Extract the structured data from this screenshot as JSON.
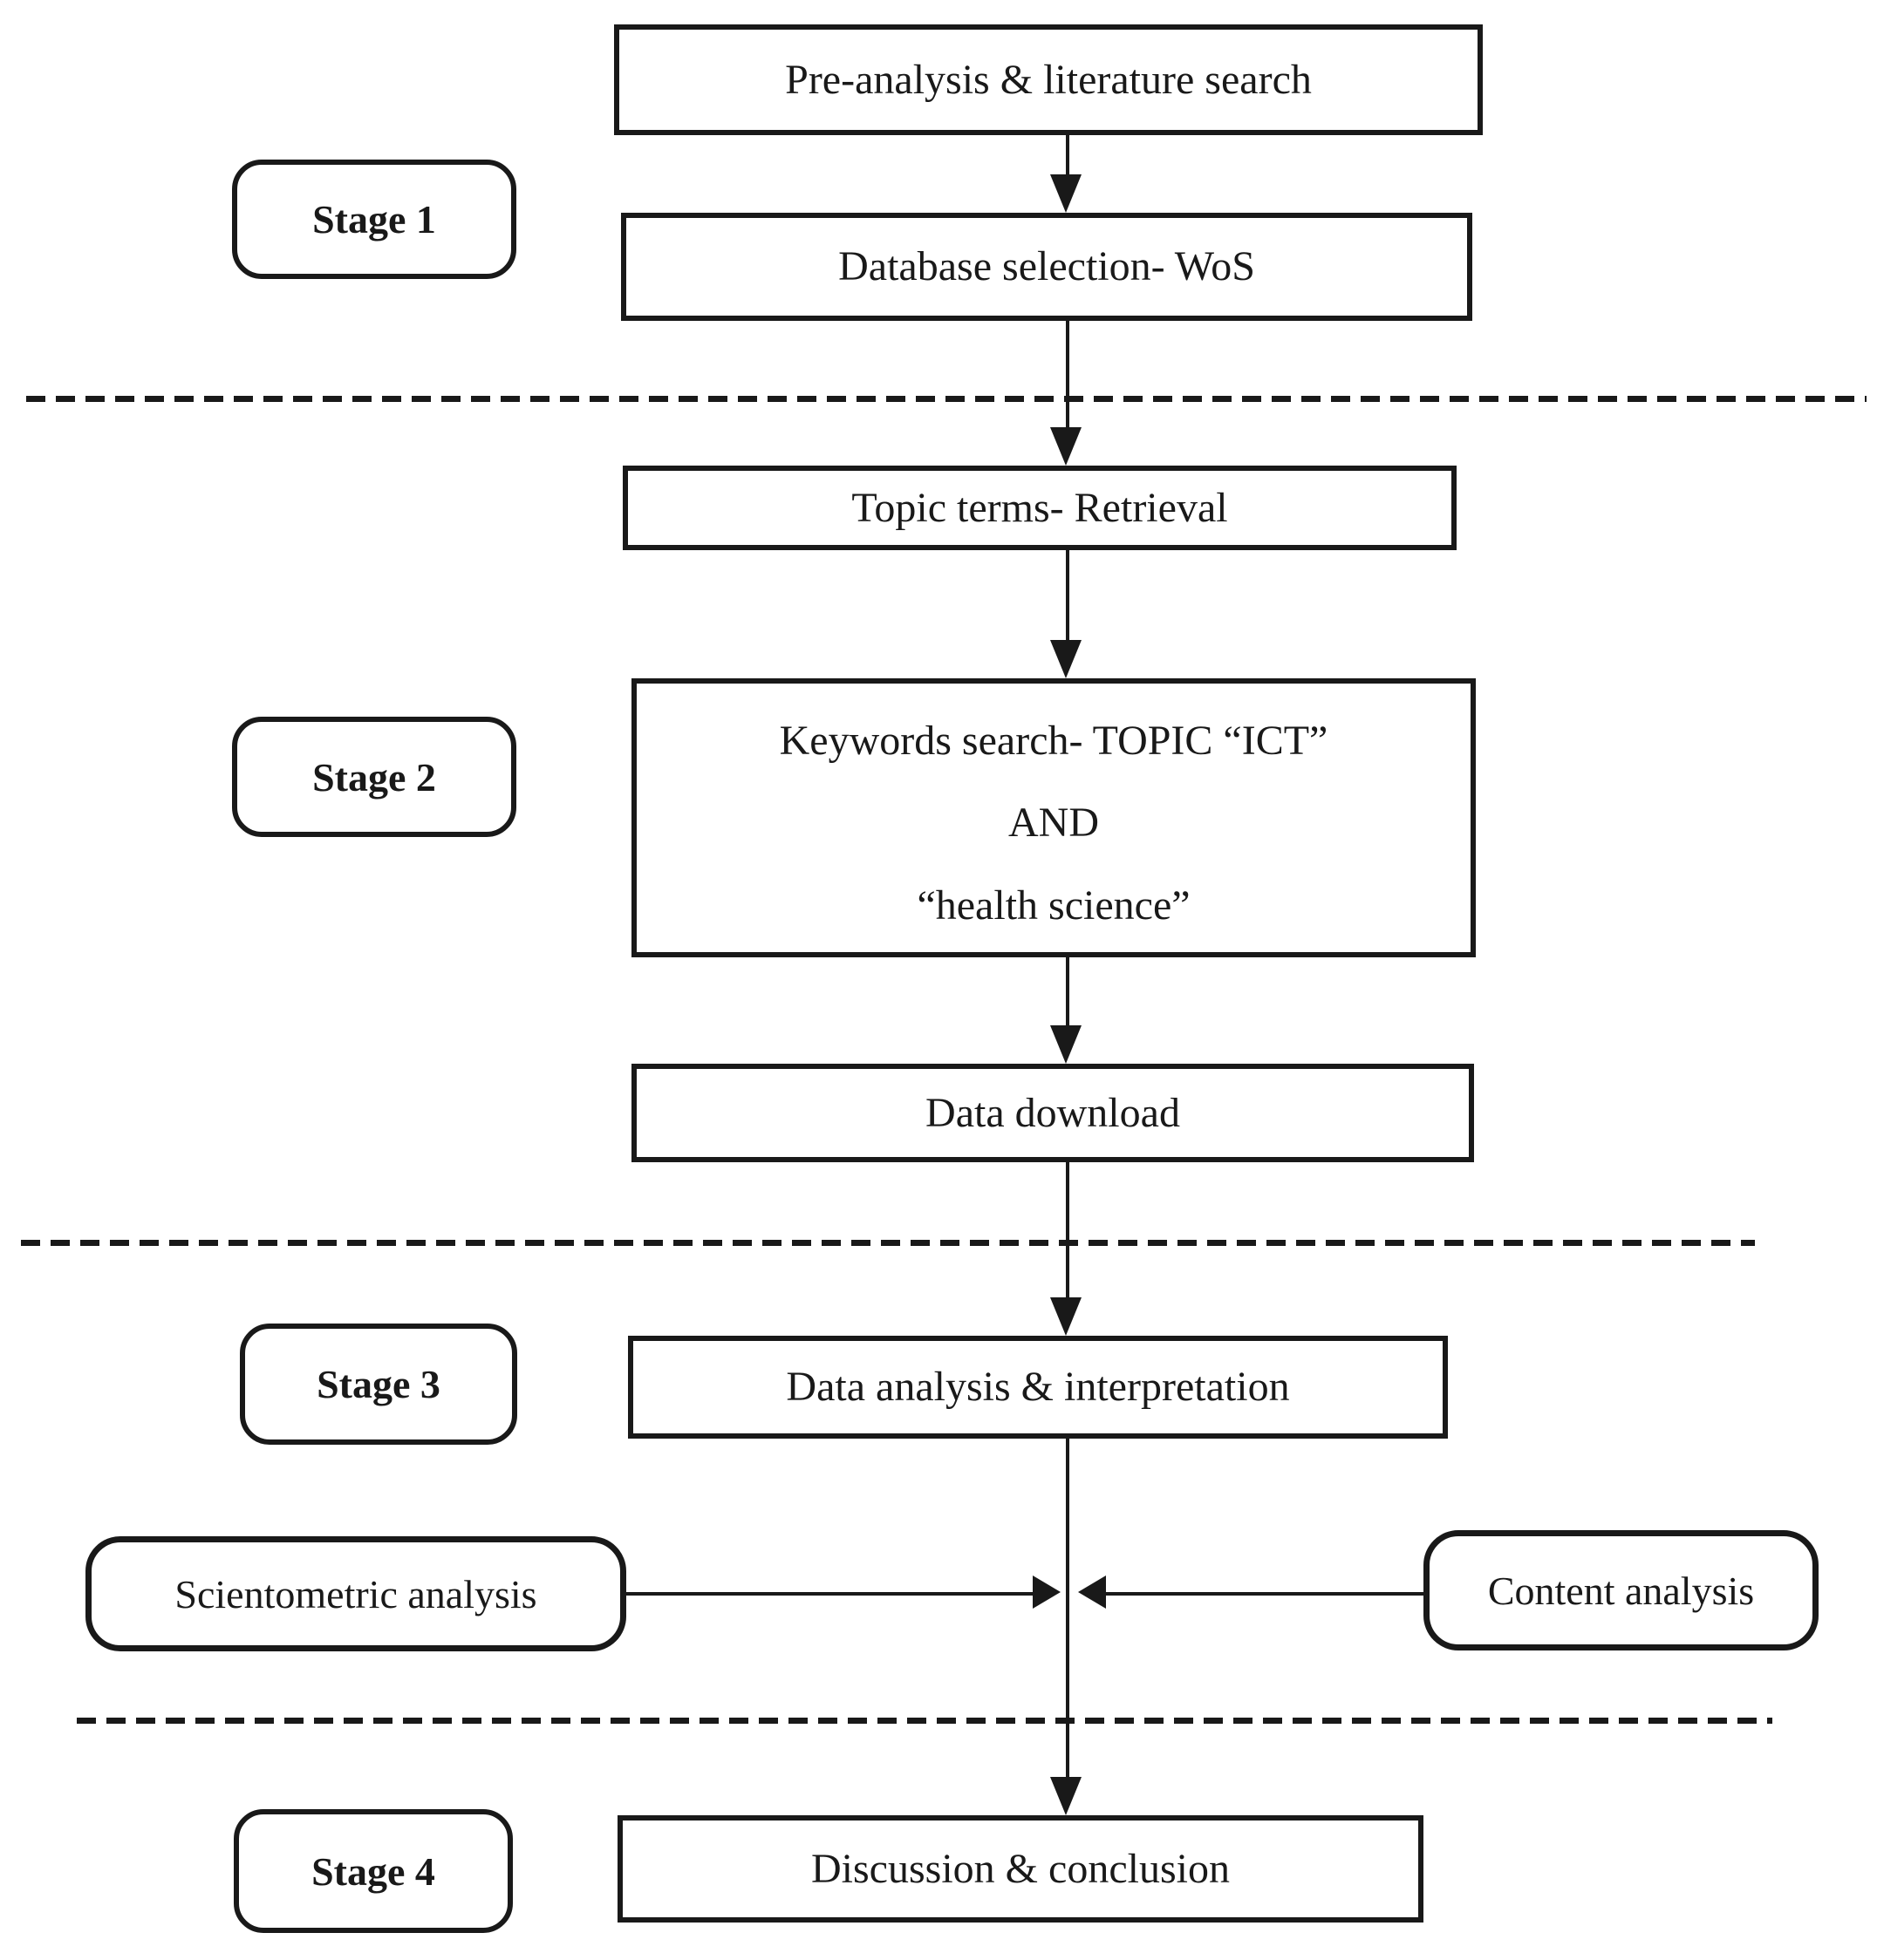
{
  "figure": {
    "type": "flowchart",
    "background": "#ffffff",
    "stroke": "#191919",
    "stages": [
      {
        "label": "Stage 1"
      },
      {
        "label": "Stage 2"
      },
      {
        "label": "Stage 3"
      },
      {
        "label": "Stage 4"
      }
    ],
    "nodes": {
      "pre_analysis": "Pre-analysis & literature search",
      "database_selection": "Database selection- WoS",
      "topic_terms": "Topic terms- Retrieval",
      "keywords_search": {
        "line1": "Keywords search- TOPIC “ICT”",
        "line2": "AND",
        "line3": "“health science”"
      },
      "data_download": "Data download",
      "data_analysis": "Data analysis & interpretation",
      "scientometric_analysis": "Scientometric analysis",
      "content_analysis": "Content analysis",
      "discussion": "Discussion & conclusion"
    }
  }
}
